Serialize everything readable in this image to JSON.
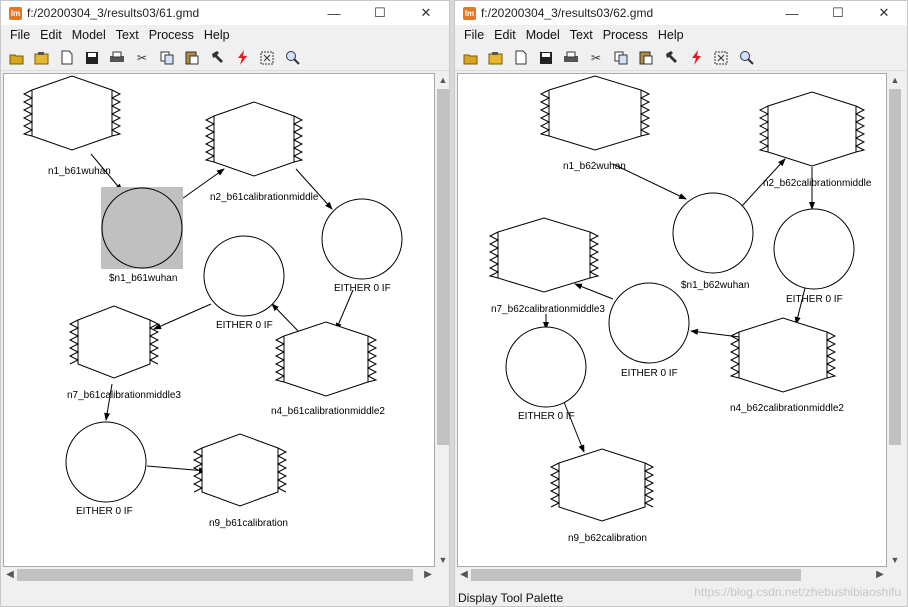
{
  "windows": [
    {
      "title": "f:/20200304_3/results03/61.gmd",
      "nodes": [
        {
          "label": "n1_b61wuhan"
        },
        {
          "label": "n2_b61calibrationmiddle"
        },
        {
          "label": "$n1_b61wuhan"
        },
        {
          "label": "EITHER 0 IF"
        },
        {
          "label": "EITHER 0 IF"
        },
        {
          "label": "n7_b61calibrationmiddle3"
        },
        {
          "label": "n4_b61calibrationmiddle2"
        },
        {
          "label": "EITHER 0 IF"
        },
        {
          "label": "n9_b61calibration"
        }
      ]
    },
    {
      "title": "f:/20200304_3/results03/62.gmd",
      "nodes": [
        {
          "label": "n1_b62wuhan"
        },
        {
          "label": "n2_b62calibrationmiddle"
        },
        {
          "label": "$n1_b62wuhan"
        },
        {
          "label": "EITHER 0 IF"
        },
        {
          "label": "n7_b62calibrationmiddle3"
        },
        {
          "label": "EITHER 0 IF"
        },
        {
          "label": "EITHER 0 IF"
        },
        {
          "label": "n4_b62calibrationmiddle2"
        },
        {
          "label": "n9_b62calibration"
        }
      ]
    }
  ],
  "menu": [
    "File",
    "Edit",
    "Model",
    "Text",
    "Process",
    "Help"
  ],
  "window_buttons": {
    "minimize": "—",
    "maximize": "☐",
    "close": "✕"
  },
  "app_icon": "lm",
  "toolbar_icons": [
    "open-folder-icon",
    "open-project-icon",
    "new-file-icon",
    "save-icon",
    "print-icon",
    "cut-icon",
    "copy-icon",
    "paste-icon",
    "hammer-icon",
    "run-lightning-icon",
    "fit-view-icon",
    "zoom-icon"
  ],
  "statusbar": {
    "text": "Display Tool Palette"
  },
  "watermark": "https://blog.csdn.net/zhebushibiaoshifu",
  "colors": {
    "selected_fill": "#c0c0c0",
    "canvas": "#ffffff"
  }
}
